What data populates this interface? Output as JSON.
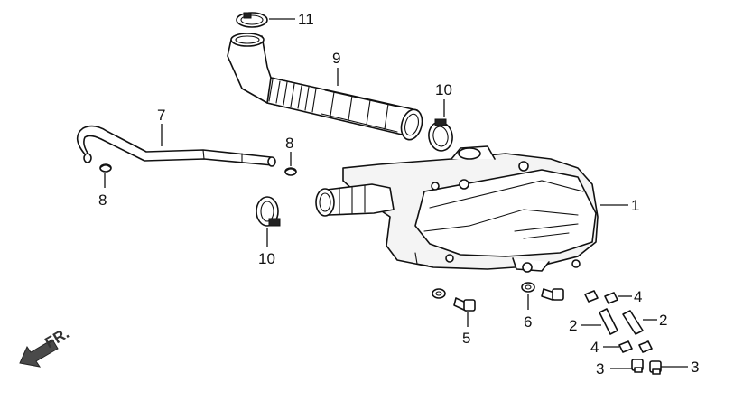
{
  "callouts": {
    "c1": "1",
    "c2a": "2",
    "c2b": "2",
    "c3a": "3",
    "c3b": "3",
    "c4a": "4",
    "c4b": "4",
    "c5": "5",
    "c6": "6",
    "c7": "7",
    "c8a": "8",
    "c8b": "8",
    "c9": "9",
    "c10a": "10",
    "c10b": "10",
    "c11": "11"
  },
  "direction_label": "FR."
}
